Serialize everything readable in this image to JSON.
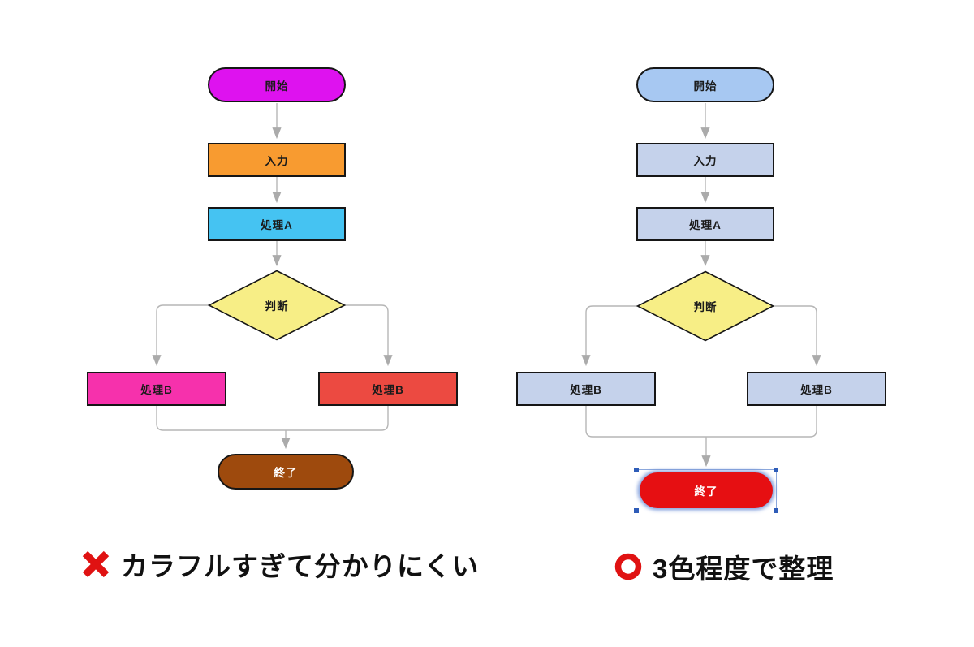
{
  "charts": [
    {
      "name": "colorful-flowchart",
      "nodes": {
        "start": {
          "label": "開始",
          "fill": "#de12ef",
          "text": "#1b1b1b"
        },
        "input": {
          "label": "入力",
          "fill": "#f89b30",
          "text": "#1b1b1b"
        },
        "process_a": {
          "label": "処理A",
          "fill": "#45c3f2",
          "text": "#1b1b1b"
        },
        "decision": {
          "label": "判断",
          "fill": "#f7ee86",
          "text": "#1b1b1b"
        },
        "process_b_left": {
          "label": "処理B",
          "fill": "#f631ac",
          "text": "#1b1b1b"
        },
        "process_b_right": {
          "label": "処理B",
          "fill": "#ec4a41",
          "text": "#1b1b1b"
        },
        "end": {
          "label": "終了",
          "fill": "#9e4a0d",
          "text": "#ffffff"
        }
      },
      "caption": {
        "mark": "cross",
        "text": "カラフルすぎて分かりにくい"
      }
    },
    {
      "name": "three-color-flowchart",
      "nodes": {
        "start": {
          "label": "開始",
          "fill": "#a7c8f2",
          "text": "#1b1b1b"
        },
        "input": {
          "label": "入力",
          "fill": "#c5d2eb",
          "text": "#1b1b1b"
        },
        "process_a": {
          "label": "処理A",
          "fill": "#c5d2eb",
          "text": "#1b1b1b"
        },
        "decision": {
          "label": "判断",
          "fill": "#f7ee86",
          "text": "#1b1b1b"
        },
        "process_b_left": {
          "label": "処理B",
          "fill": "#c5d2eb",
          "text": "#1b1b1b"
        },
        "process_b_right": {
          "label": "処理B",
          "fill": "#c5d2eb",
          "text": "#1b1b1b"
        },
        "end": {
          "label": "終了",
          "fill": "#e60f12",
          "text": "#ffffff",
          "selected": "true"
        }
      },
      "caption": {
        "mark": "circle",
        "text": "3色程度で整理"
      }
    }
  ],
  "colors": {
    "connector": "#b6b6b6",
    "arrowhead": "#ababab",
    "node_border": "#161616",
    "mark_red": "#e01212",
    "selection_handle": "#2e5cb8"
  }
}
